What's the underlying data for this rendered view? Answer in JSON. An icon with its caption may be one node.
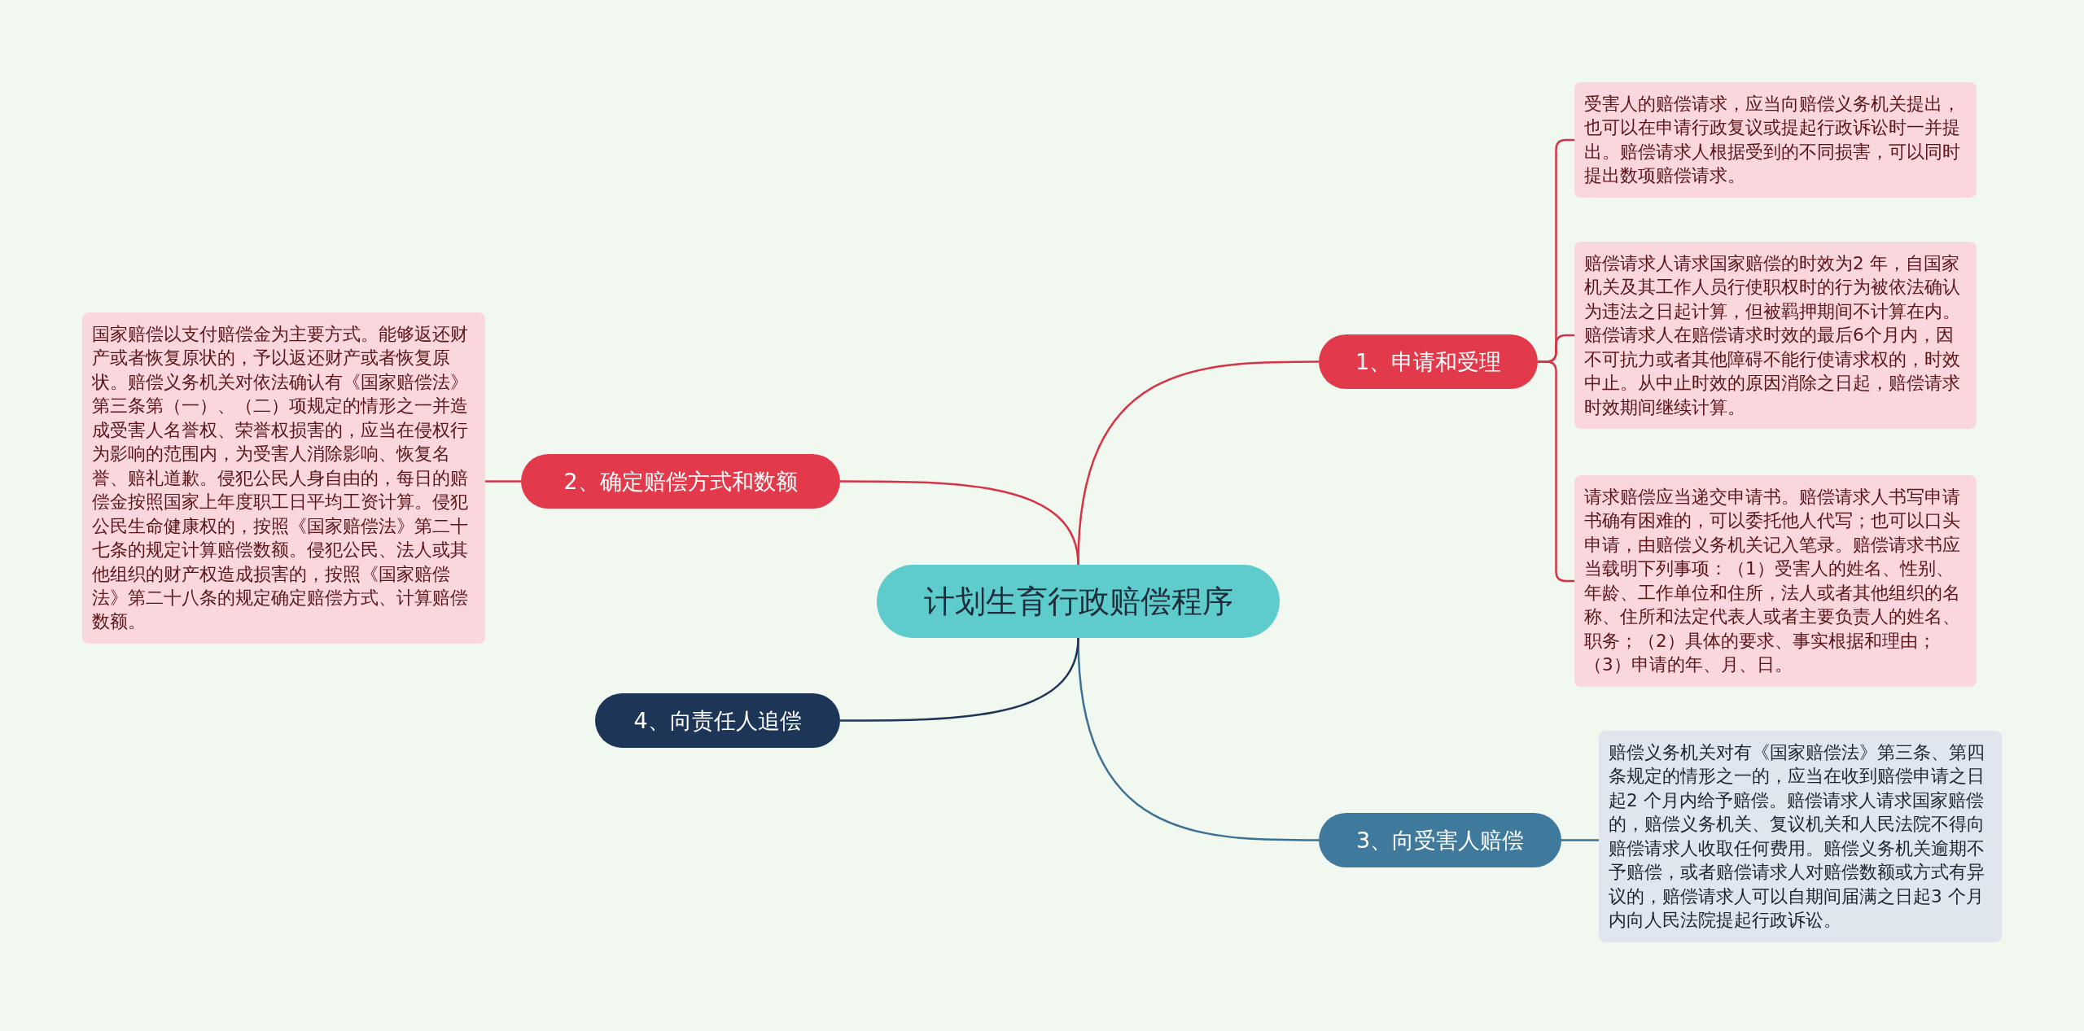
{
  "diagram": {
    "nodes": [
      {
        "text": [
          "计划生育行政赔偿程序"
        ]
      },
      {
        "text": [
          "1、申请和受理"
        ]
      },
      {
        "text": [
          "受害人的赔偿请求，应当向赔偿义务机关提出，也可以在申请行政复议或提起行政诉讼时一并提出。赔偿请求人根据受到的不同损害，可以同时提出数项赔偿请求。"
        ]
      },
      {
        "text": [
          "赔偿请求人请求国家赔偿的时效为2 年，自国家机关及其工作人员行使职权时的行为被依法确认为违法之日起计算，但被羁押期间不计算在内。赔偿请求人在赔偿请求时效的最后6个月内，因不可抗力或者其他障碍不能行使请求权的，时效中止。从中止时效的原因消除之日起，赔偿请求时效期间继续计算。"
        ]
      },
      {
        "text": [
          "请求赔偿应当递交申请书。赔偿请求人书写申请书确有困难的，可以委托他人代写；也可以口头申请，由赔偿义务机关记入笔录。赔偿请求书应当载明下列事项：（1）受害人的姓名、性别、年龄、工作单位和住所，法人或者其他组织的名称、住所和法定代表人或者主要负责人的姓名、职务；（2）具体的要求、事实根据和理由；（3）申请的年、月、日。"
        ]
      },
      {
        "text": [
          "2、确定赔偿方式和数额"
        ]
      },
      {
        "text": [
          "国家赔偿以支付赔偿金为主要方式。能够返还财产或者恢复原状的，予以返还财产或者恢复原状。赔偿义务机关对依法确认有《国家赔偿法》第三条第（一）、（二）项规定的情形之一并造成受害人名誉权、荣誉权损害的，应当在侵权行为影响的范围内，为受害人消除影响、恢复名誉、赔礼道歉。侵犯公民人身自由的，每日的赔偿金按照国家上年度职工日平均工资计算。侵犯公民生命健康权的，按照《国家赔偿法》第二十七条的规定计算赔偿数额。侵犯公民、法人或其他组织的财产权造成损害的，按照《国家赔偿法》第二十八条的规定确定赔偿方式、计算赔偿数额。"
        ]
      },
      {
        "text": [
          "3、向受害人赔偿"
        ]
      },
      {
        "text": [
          "赔偿义务机关对有《国家赔偿法》第三条、第四条规定的情形之一的，应当在收到赔偿申请之日起2 个月内给予赔偿。赔偿请求人请求国家赔偿的，赔偿义务机关、复议机关和人民法院不得向赔偿请求人收取任何费用。赔偿义务机关逾期不予赔偿，或者赔偿请求人对赔偿数额或方式有异议的，赔偿请求人可以自期间届满之日起3 个月内向人民法院提起行政诉讼。"
        ]
      },
      {
        "text": [
          "4、向责任人追偿"
        ]
      }
    ],
    "edges": [
      {
        "from": 0,
        "to": 1,
        "arrow": "none"
      },
      {
        "from": 1,
        "to": 2,
        "arrow": "none"
      },
      {
        "from": 1,
        "to": 3,
        "arrow": "none"
      },
      {
        "from": 1,
        "to": 4,
        "arrow": "none"
      },
      {
        "from": 0,
        "to": 5,
        "arrow": "none"
      },
      {
        "from": 5,
        "to": 6,
        "arrow": "none"
      },
      {
        "from": 0,
        "to": 7,
        "arrow": "none",
        "color": "#3d7193"
      },
      {
        "from": 7,
        "to": 8,
        "arrow": "none",
        "color": "#3d7193"
      },
      {
        "from": 0,
        "to": 9,
        "arrow": "none",
        "color": "#1e3557"
      }
    ]
  }
}
